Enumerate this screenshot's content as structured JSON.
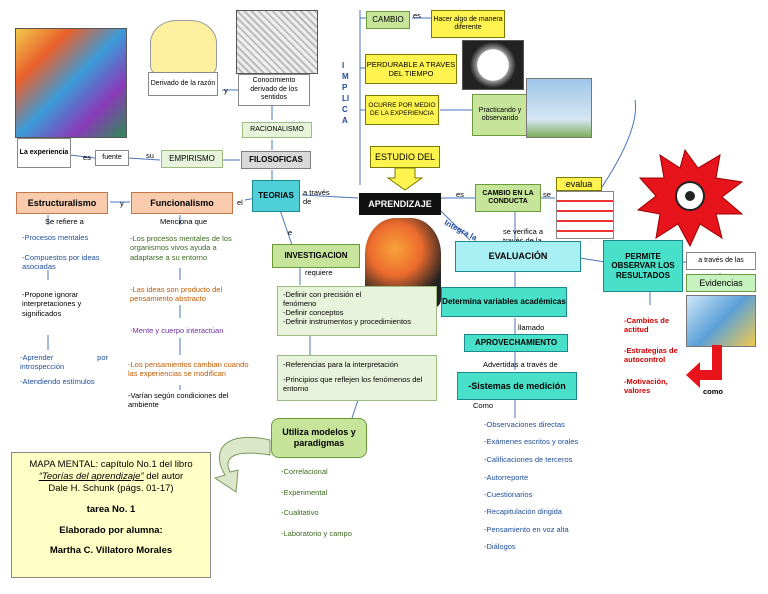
{
  "center": {
    "label": "APRENDIZAJE",
    "estudio": "ESTUDIO DEL"
  },
  "implica": {
    "vertical": "IMPLICA"
  },
  "top_right": {
    "cambio": "CAMBIO",
    "es1": "es",
    "hacer_algo": "Hacer algo de manera diferente",
    "perdurable": "PERDURABLE A TRAVES DEL TIEMPO",
    "ocurre": "OCURRE POR MEDIO DE LA EXPERIENCIA",
    "practicando": "Practicando y observando"
  },
  "left_top": {
    "derivado_razon": "Derivado de la razón",
    "y": "y",
    "conocimiento": "Conocimiento derivado de los sentidos",
    "racionalismo": "RACIONALISMO",
    "filosoficas": "FILOSOFICAS",
    "empirismo": "EMPIRISMO",
    "su": "su",
    "fuente": "fuente",
    "es": "es",
    "experiencia": "La experiencia",
    "teorias": "TEORIAS",
    "a_traves_de": "a través de",
    "el": "el",
    "e": "e"
  },
  "estructuralismo": {
    "title": "Estructuralismo",
    "y": "y",
    "se_refiere": "Se refiere a",
    "items": [
      "-Procesos mentales",
      "-Compuestos por ideas asociadas",
      "-Propone ignorar interpretaciones y significados",
      "-Aprender por introspección",
      "-Atendiendo estímulos"
    ]
  },
  "funcionalismo": {
    "title": "Funcionalismo",
    "menciona": "Menciona que",
    "items": [
      "-Los procesos mentales de los organismos vivos ayuda a adaptarse a su entorno",
      "-Las ideas son producto del pensamiento abstracto",
      "-Mente y cuerpo interactúan",
      "-Los pensamientos cambian cuando las experiencias se modifican",
      "-Varían según condiciones del ambiente"
    ]
  },
  "investigacion": {
    "title": "INVESTIGACION",
    "requiere": "requiere",
    "box1": [
      "-Definir con precisión el fenómeno",
      "-Definir conceptos",
      "-Definir instrumentos y procedimientos"
    ],
    "box2": [
      "-Referencias para la interpretación",
      "-Principios que reflejen los fenómenos del entorno"
    ],
    "utiliza": "Utiliza modelos y paradigmas",
    "modelos": [
      "-Correlacional",
      "-Experimental",
      "-Cualitativo",
      "-Laboratorio y campo"
    ]
  },
  "evaluacion": {
    "es": "es",
    "cambio_conducta": "CAMBIO EN LA CONDUCTA",
    "se": "se",
    "evalua": "evalua",
    "integra": "Integra la",
    "verifica": "se verifica a través de la",
    "title": "EVALUACIÓN",
    "determina": "Determina variables académicas",
    "llamado": "llamado",
    "aprovechamiento": "APROVECHAMIENTO",
    "advertidas": "Advertidas a través de",
    "sistemas": "-Sistemas de medición",
    "como": "Como",
    "items": [
      "-Observaciones directas",
      "-Exámenes escritos y orales",
      "-Calificaciones de terceros",
      "-Autorreporte",
      "-Cuestionarios",
      "-Recapitulación dirigida",
      "-Pensamiento en voz alta",
      "-Diálogos"
    ]
  },
  "resultados": {
    "permite": "PERMITE OBSERVAR LOS RESULTADOS",
    "a_traves": "a través de las",
    "evidencias": "Evidencias",
    "items": [
      "-Cambios de actitud",
      "-Estrategias de autocontrol",
      "-Motivación, valores"
    ],
    "como": "como"
  },
  "info": {
    "line1": "MAPA MENTAL: capítulo No.1 del libro",
    "line2_title": "“Teorías del aprendizaje”",
    "line2_rest": " del autor",
    "line3": "Dale H. Schunk (págs. 01-17)",
    "tarea": "tarea No. 1",
    "elaborado": "Elaborado por alumna:",
    "autor": "Martha C. Villatoro Morales"
  }
}
